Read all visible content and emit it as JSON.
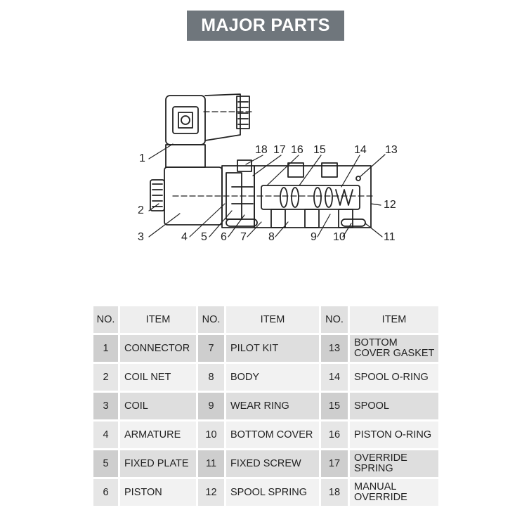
{
  "title": "MAJOR PARTS",
  "callouts": [
    "1",
    "2",
    "3",
    "4",
    "5",
    "6",
    "7",
    "8",
    "9",
    "10",
    "11",
    "12",
    "13",
    "14",
    "15",
    "16",
    "17",
    "18"
  ],
  "table": {
    "headers": [
      "NO.",
      "ITEM",
      "NO.",
      "ITEM",
      "NO.",
      "ITEM"
    ],
    "rows": [
      [
        {
          "no": "1",
          "item": "CONNECTOR"
        },
        {
          "no": "7",
          "item": "PILOT KIT"
        },
        {
          "no": "13",
          "item": "BOTTOM COVER GASKET"
        }
      ],
      [
        {
          "no": "2",
          "item": "COIL NET"
        },
        {
          "no": "8",
          "item": "BODY"
        },
        {
          "no": "14",
          "item": "SPOOL O-RING"
        }
      ],
      [
        {
          "no": "3",
          "item": "COIL"
        },
        {
          "no": "9",
          "item": "WEAR RING"
        },
        {
          "no": "15",
          "item": "SPOOL"
        }
      ],
      [
        {
          "no": "4",
          "item": "ARMATURE"
        },
        {
          "no": "10",
          "item": "BOTTOM COVER"
        },
        {
          "no": "16",
          "item": "PISTON O-RING"
        }
      ],
      [
        {
          "no": "5",
          "item": "FIXED PLATE"
        },
        {
          "no": "11",
          "item": "FIXED SCREW"
        },
        {
          "no": "17",
          "item": "OVERRIDE SPRING"
        }
      ],
      [
        {
          "no": "6",
          "item": "PISTON"
        },
        {
          "no": "12",
          "item": "SPOOL SPRING"
        },
        {
          "no": "18",
          "item": "MANUAL OVERRIDE"
        }
      ]
    ]
  }
}
